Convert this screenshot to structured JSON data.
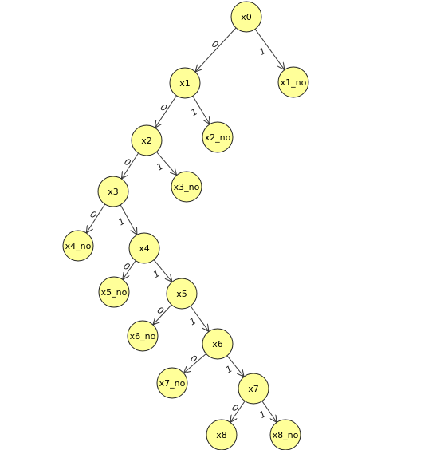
{
  "colors": {
    "background": "#ffffff",
    "node_fill": "#ffff99",
    "node_stroke": "#222222",
    "edge": "#3a3a3a",
    "text": "#000000"
  },
  "nodes": [
    {
      "id": "x0",
      "label": "x0"
    },
    {
      "id": "x1",
      "label": "x1"
    },
    {
      "id": "x1_no",
      "label": "x1_no"
    },
    {
      "id": "x2",
      "label": "x2"
    },
    {
      "id": "x2_no",
      "label": "x2_no"
    },
    {
      "id": "x3",
      "label": "x3"
    },
    {
      "id": "x3_no",
      "label": "x3_no"
    },
    {
      "id": "x4_no",
      "label": "x4_no"
    },
    {
      "id": "x4",
      "label": "x4"
    },
    {
      "id": "x5_no",
      "label": "x5_no"
    },
    {
      "id": "x5",
      "label": "x5"
    },
    {
      "id": "x6_no",
      "label": "x6_no"
    },
    {
      "id": "x6",
      "label": "x6"
    },
    {
      "id": "x7_no",
      "label": "x7_no"
    },
    {
      "id": "x7",
      "label": "x7"
    },
    {
      "id": "x8",
      "label": "x8"
    },
    {
      "id": "x8_no",
      "label": "x8_no"
    }
  ],
  "edges": [
    {
      "from": "x0",
      "to": "x1",
      "label": "0"
    },
    {
      "from": "x0",
      "to": "x1_no",
      "label": "1"
    },
    {
      "from": "x1",
      "to": "x2",
      "label": "0"
    },
    {
      "from": "x1",
      "to": "x2_no",
      "label": "1"
    },
    {
      "from": "x2",
      "to": "x3",
      "label": "0"
    },
    {
      "from": "x2",
      "to": "x3_no",
      "label": "1"
    },
    {
      "from": "x3",
      "to": "x4_no",
      "label": "0"
    },
    {
      "from": "x3",
      "to": "x4",
      "label": "1"
    },
    {
      "from": "x4",
      "to": "x5_no",
      "label": "0"
    },
    {
      "from": "x4",
      "to": "x5",
      "label": "1"
    },
    {
      "from": "x5",
      "to": "x6_no",
      "label": "0"
    },
    {
      "from": "x5",
      "to": "x6",
      "label": "1"
    },
    {
      "from": "x6",
      "to": "x7_no",
      "label": "0"
    },
    {
      "from": "x6",
      "to": "x7",
      "label": "1"
    },
    {
      "from": "x7",
      "to": "x8",
      "label": "0"
    },
    {
      "from": "x7",
      "to": "x8_no",
      "label": "1"
    }
  ]
}
